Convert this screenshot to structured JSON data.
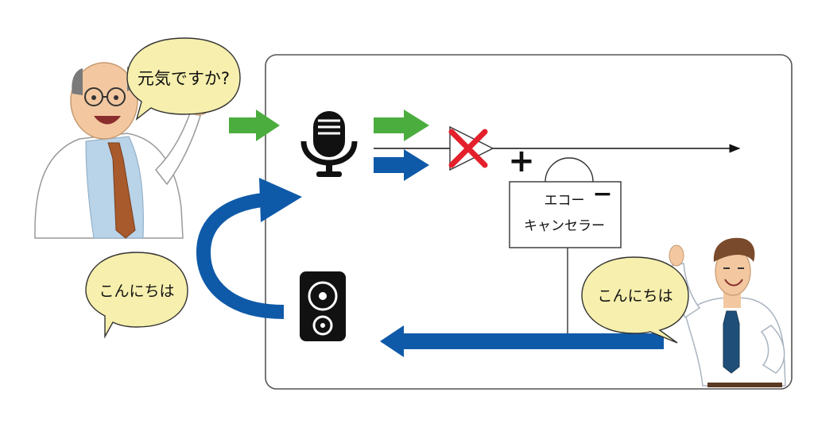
{
  "speech": {
    "elder_question": "元気ですか?",
    "elder_reply": "こんにちは",
    "young_greeting": "こんにちは"
  },
  "echo_canceller": {
    "line1": "エコー",
    "line2": "キャンセラー",
    "plus_sign": "+",
    "minus_sign": "−"
  },
  "colors": {
    "green_arrow": "#4cad3f",
    "blue_arrow": "#0f5aa8",
    "bubble_fill": "#f6efad",
    "cancel_mark": "#e3202b",
    "frame_stroke": "#555555"
  },
  "icons": {
    "microphone": "microphone-icon",
    "speaker": "speaker-icon",
    "amplifier": "amplifier-icon",
    "cancel_cross": "cross-icon"
  }
}
